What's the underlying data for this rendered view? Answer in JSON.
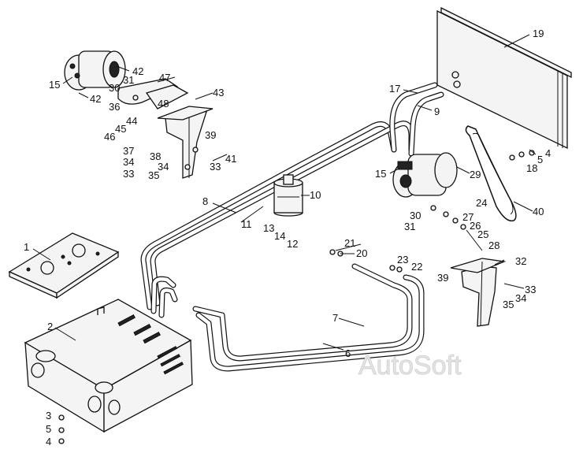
{
  "diagram": {
    "watermark": "AutoSoft",
    "part_numbers": [
      "1",
      "2",
      "3",
      "4",
      "5",
      "6",
      "7",
      "8",
      "9",
      "10",
      "11",
      "12",
      "13",
      "14",
      "15",
      "17",
      "18",
      "19",
      "20",
      "21",
      "22",
      "23",
      "24",
      "25",
      "26",
      "27",
      "28",
      "29",
      "30",
      "31",
      "32",
      "33",
      "34",
      "35",
      "36",
      "37",
      "38",
      "39",
      "40",
      "41",
      "42",
      "43",
      "44",
      "45",
      "46",
      "47",
      "48"
    ]
  },
  "colors": {
    "line": "#111111",
    "paper": "#ffffff",
    "watermark": "#e4e4e4"
  },
  "labels": [
    {
      "id": "lbl-19",
      "text": "19"
    },
    {
      "id": "lbl-17",
      "text": "17"
    },
    {
      "id": "lbl-9",
      "text": "9"
    },
    {
      "id": "lbl-15a",
      "text": "15"
    },
    {
      "id": "lbl-15b",
      "text": "15"
    },
    {
      "id": "lbl-42a",
      "text": "42"
    },
    {
      "id": "lbl-42b",
      "text": "42"
    },
    {
      "id": "lbl-31a",
      "text": "31"
    },
    {
      "id": "lbl-30a",
      "text": "30"
    },
    {
      "id": "lbl-47",
      "text": "47"
    },
    {
      "id": "lbl-36",
      "text": "36"
    },
    {
      "id": "lbl-48",
      "text": "48"
    },
    {
      "id": "lbl-43",
      "text": "43"
    },
    {
      "id": "lbl-44",
      "text": "44"
    },
    {
      "id": "lbl-45",
      "text": "45"
    },
    {
      "id": "lbl-46",
      "text": "46"
    },
    {
      "id": "lbl-39a",
      "text": "39"
    },
    {
      "id": "lbl-37",
      "text": "37"
    },
    {
      "id": "lbl-38",
      "text": "38"
    },
    {
      "id": "lbl-34a",
      "text": "34"
    },
    {
      "id": "lbl-33a",
      "text": "33"
    },
    {
      "id": "lbl-35a",
      "text": "35"
    },
    {
      "id": "lbl-34b",
      "text": "34"
    },
    {
      "id": "lbl-33b",
      "text": "33"
    },
    {
      "id": "lbl-41",
      "text": "41"
    },
    {
      "id": "lbl-18",
      "text": "18"
    },
    {
      "id": "lbl-5a",
      "text": "5"
    },
    {
      "id": "lbl-4a",
      "text": "4"
    },
    {
      "id": "lbl-29",
      "text": "29"
    },
    {
      "id": "lbl-10",
      "text": "10"
    },
    {
      "id": "lbl-8",
      "text": "8"
    },
    {
      "id": "lbl-11",
      "text": "11"
    },
    {
      "id": "lbl-13",
      "text": "13"
    },
    {
      "id": "lbl-14",
      "text": "14"
    },
    {
      "id": "lbl-12",
      "text": "12"
    },
    {
      "id": "lbl-24",
      "text": "24"
    },
    {
      "id": "lbl-27",
      "text": "27"
    },
    {
      "id": "lbl-30b",
      "text": "30"
    },
    {
      "id": "lbl-31b",
      "text": "31"
    },
    {
      "id": "lbl-26",
      "text": "26"
    },
    {
      "id": "lbl-25",
      "text": "25"
    },
    {
      "id": "lbl-28",
      "text": "28"
    },
    {
      "id": "lbl-40",
      "text": "40"
    },
    {
      "id": "lbl-1",
      "text": "1"
    },
    {
      "id": "lbl-21",
      "text": "21"
    },
    {
      "id": "lbl-20",
      "text": "20"
    },
    {
      "id": "lbl-23",
      "text": "23"
    },
    {
      "id": "lbl-22",
      "text": "22"
    },
    {
      "id": "lbl-32",
      "text": "32"
    },
    {
      "id": "lbl-39b",
      "text": "39"
    },
    {
      "id": "lbl-33c",
      "text": "33"
    },
    {
      "id": "lbl-34c",
      "text": "34"
    },
    {
      "id": "lbl-35b",
      "text": "35"
    },
    {
      "id": "lbl-7",
      "text": "7"
    },
    {
      "id": "lbl-2",
      "text": "2"
    },
    {
      "id": "lbl-6",
      "text": "6"
    },
    {
      "id": "lbl-3",
      "text": "3"
    },
    {
      "id": "lbl-5b",
      "text": "5"
    },
    {
      "id": "lbl-4b",
      "text": "4"
    }
  ]
}
